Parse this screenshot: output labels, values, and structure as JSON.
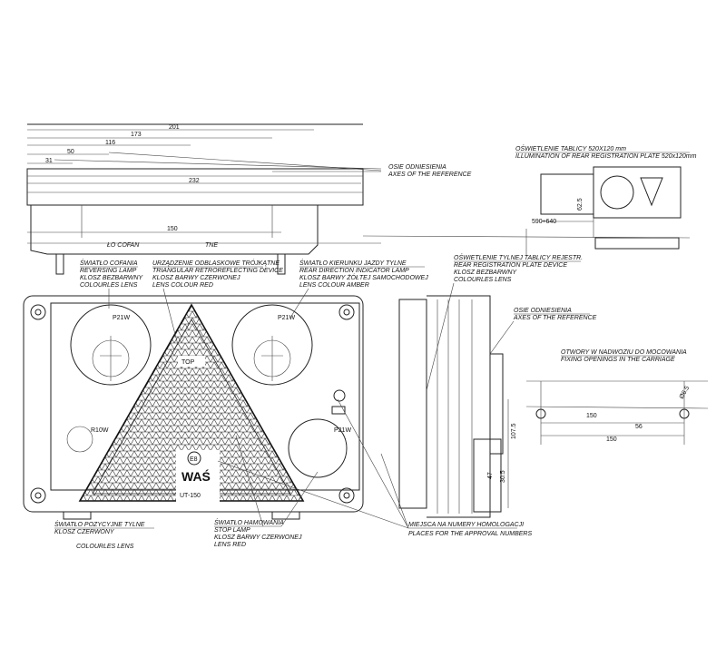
{
  "top_view": {
    "dims": [
      "201",
      "173",
      "116",
      "50",
      "31",
      "232",
      "150"
    ],
    "labels": [
      "ŁO COFAN",
      "TNE"
    ]
  },
  "axes_note_top": {
    "line1": "OSIE ODNIESIENIA",
    "line2": "AXES OF THE REFERENCE"
  },
  "plate_note": {
    "line1": "OŚWIETLENIE TABLICY 520X120 mm",
    "line2": "ILLUMINATION OF REAR REGISTRATION PLATE 520x120mm",
    "dim_a": "62.5",
    "dim_b": "590÷640"
  },
  "reversing": {
    "line1": "ŚWIATŁO COFANIA",
    "line2": "REVERSING  LAMP",
    "line3": "KLOSZ BEZBARWNY",
    "line4": "COLOURLES LENS"
  },
  "triangle_note": {
    "line1": "URZĄDZENIE ODBLASKOWE TRÓJKĄTNE",
    "line2": "TRIANGULAR RETROREFLECTING DEVICE",
    "line3": "KLOSZ BARWY CZERWONEJ",
    "line4": "LENS COLOUR RED"
  },
  "indicator_note": {
    "line1": "ŚWIATŁO KIERUNKU JAZDY TYLNE",
    "line2": "REAR DIRECTION INDICATOR LAMP",
    "line3": "KLOSZ BARWY ŻÓŁTEJ SAMOCHODOWEJ",
    "line4": "LENS COLOUR AMBER"
  },
  "plate_device_note": {
    "line1": "OŚWIETLENIE TYLNEJ TABLICY REJESTR.",
    "line2": "REAR REGISTRATION PLATE DEVICE",
    "line3": "KLOSZ BEZBARWNY",
    "line4": "COLOURLES LENS"
  },
  "axes_note_side": {
    "line1": "OSIE ODNIESIENIA",
    "line2": "AXES OF THE REFERENCE"
  },
  "holes_note": {
    "line1": "OTWORY W NADWOZIU DO MOCOWANIA",
    "line2": "FIXING OPENINGS IN THE CARRIAGE",
    "dim_a": "150",
    "dim_b": "56",
    "dim_c": "150",
    "dim_d": "Ø6.5"
  },
  "lamp": {
    "bulb_left": "P21W",
    "bulb_right": "P21W",
    "top": "TOP",
    "bulb_small": "R10W",
    "bulb_small2": "P21W",
    "brand": "WAŚ",
    "model": "UT-150",
    "e_mark": "E8"
  },
  "side_dims": [
    "107.5",
    "47",
    "30.5"
  ],
  "bottom_left_note": {
    "line1": "ŚWIATŁO POZYCYJNE TYLNE",
    "line2": "KLOSZ CZERWONY",
    "line3": "COLOURLES LENS"
  },
  "stop_note": {
    "line1": "ŚWIATŁO HAMOWANIA",
    "line2": "STOP LAMP",
    "line3": "KLOSZ BARWY CZERWONEJ",
    "line4": "LENS RED"
  },
  "approval_note": {
    "line1": "MIEJSCA NA NUMERY HOMOLOGACJI",
    "line2": "PLACES FOR THE APPROVAL NUMBERS"
  }
}
